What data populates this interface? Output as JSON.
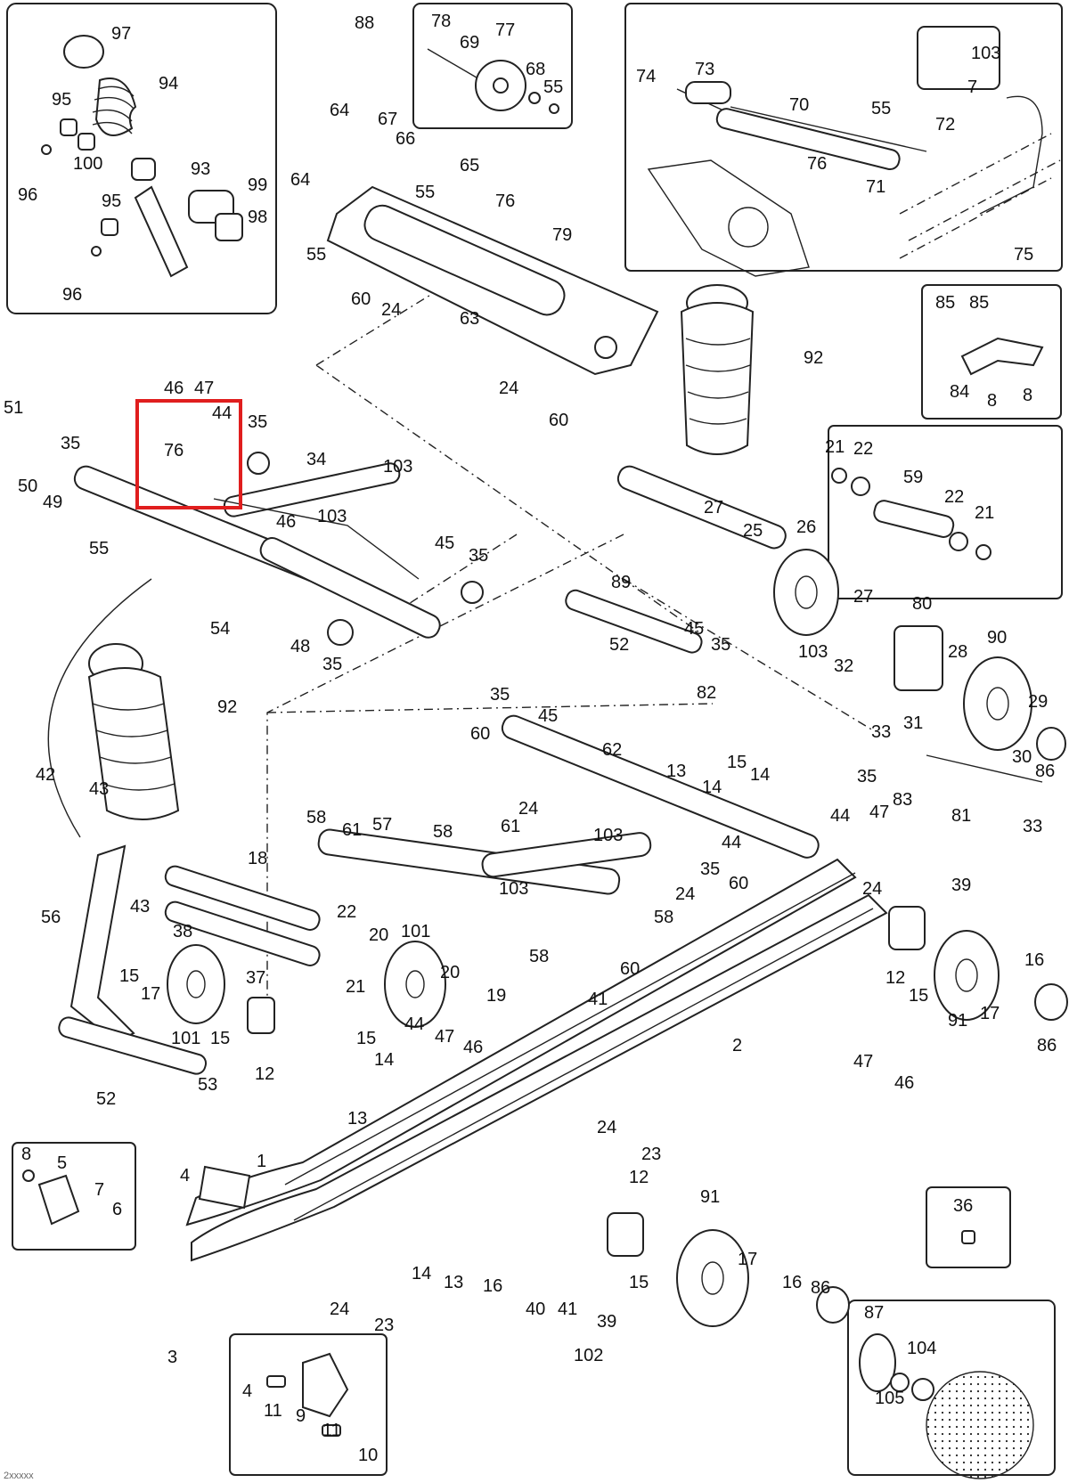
{
  "colors": {
    "highlight": "#e01e1e",
    "line": "#222222",
    "background": "#ffffff"
  },
  "footer_code": "2xxxxx",
  "highlight": {
    "label": "selected callouts 46 47 44 76"
  },
  "callouts": [
    {
      "id": "c97",
      "text": "97"
    },
    {
      "id": "c94",
      "text": "94"
    },
    {
      "id": "c95a",
      "text": "95"
    },
    {
      "id": "c100",
      "text": "100"
    },
    {
      "id": "c96a",
      "text": "96"
    },
    {
      "id": "c93",
      "text": "93"
    },
    {
      "id": "c99",
      "text": "99"
    },
    {
      "id": "c95b",
      "text": "95"
    },
    {
      "id": "c98",
      "text": "98"
    },
    {
      "id": "c96b",
      "text": "96"
    },
    {
      "id": "c88",
      "text": "88"
    },
    {
      "id": "c78",
      "text": "78"
    },
    {
      "id": "c69",
      "text": "69"
    },
    {
      "id": "c77",
      "text": "77"
    },
    {
      "id": "c68",
      "text": "68"
    },
    {
      "id": "c55a",
      "text": "55"
    },
    {
      "id": "c64a",
      "text": "64"
    },
    {
      "id": "c67",
      "text": "67"
    },
    {
      "id": "c66",
      "text": "66"
    },
    {
      "id": "c65",
      "text": "65"
    },
    {
      "id": "c64b",
      "text": "64"
    },
    {
      "id": "c55b",
      "text": "55"
    },
    {
      "id": "c76a",
      "text": "76"
    },
    {
      "id": "c79",
      "text": "79"
    },
    {
      "id": "c55c",
      "text": "55"
    },
    {
      "id": "c60a",
      "text": "60"
    },
    {
      "id": "c24a",
      "text": "24"
    },
    {
      "id": "c63",
      "text": "63"
    },
    {
      "id": "c24b",
      "text": "24"
    },
    {
      "id": "c60b",
      "text": "60"
    },
    {
      "id": "c74",
      "text": "74"
    },
    {
      "id": "c73",
      "text": "73"
    },
    {
      "id": "c70",
      "text": "70"
    },
    {
      "id": "c103a",
      "text": "103"
    },
    {
      "id": "c7a",
      "text": "7"
    },
    {
      "id": "c55d",
      "text": "55"
    },
    {
      "id": "c72",
      "text": "72"
    },
    {
      "id": "c76b",
      "text": "76"
    },
    {
      "id": "c71",
      "text": "71"
    },
    {
      "id": "c75",
      "text": "75"
    },
    {
      "id": "c85a",
      "text": "85"
    },
    {
      "id": "c85b",
      "text": "85"
    },
    {
      "id": "c84",
      "text": "84"
    },
    {
      "id": "c8a",
      "text": "8"
    },
    {
      "id": "c8b",
      "text": "8"
    },
    {
      "id": "c92a",
      "text": "92"
    },
    {
      "id": "c51",
      "text": "51"
    },
    {
      "id": "c46a",
      "text": "46"
    },
    {
      "id": "c47a",
      "text": "47"
    },
    {
      "id": "c44a",
      "text": "44"
    },
    {
      "id": "c35a",
      "text": "35"
    },
    {
      "id": "c35b",
      "text": "35"
    },
    {
      "id": "c76c",
      "text": "76"
    },
    {
      "id": "c50",
      "text": "50"
    },
    {
      "id": "c49",
      "text": "49"
    },
    {
      "id": "c34",
      "text": "34"
    },
    {
      "id": "c103b",
      "text": "103"
    },
    {
      "id": "c46b",
      "text": "46"
    },
    {
      "id": "c103c",
      "text": "103"
    },
    {
      "id": "c55e",
      "text": "55"
    },
    {
      "id": "c45a",
      "text": "45"
    },
    {
      "id": "c35c",
      "text": "35"
    },
    {
      "id": "c54",
      "text": "54"
    },
    {
      "id": "c48",
      "text": "48"
    },
    {
      "id": "c35d",
      "text": "35"
    },
    {
      "id": "c21a",
      "text": "21"
    },
    {
      "id": "c22a",
      "text": "22"
    },
    {
      "id": "c59",
      "text": "59"
    },
    {
      "id": "c22b",
      "text": "22"
    },
    {
      "id": "c21b",
      "text": "21"
    },
    {
      "id": "c27a",
      "text": "27"
    },
    {
      "id": "c25",
      "text": "25"
    },
    {
      "id": "c26",
      "text": "26"
    },
    {
      "id": "c27b",
      "text": "27"
    },
    {
      "id": "c89",
      "text": "89"
    },
    {
      "id": "c80",
      "text": "80"
    },
    {
      "id": "c45b",
      "text": "45"
    },
    {
      "id": "c35e",
      "text": "35"
    },
    {
      "id": "c52a",
      "text": "52"
    },
    {
      "id": "c103d",
      "text": "103"
    },
    {
      "id": "c90",
      "text": "90"
    },
    {
      "id": "c28",
      "text": "28"
    },
    {
      "id": "c32",
      "text": "32"
    },
    {
      "id": "c82",
      "text": "82"
    },
    {
      "id": "c29",
      "text": "29"
    },
    {
      "id": "c31",
      "text": "31"
    },
    {
      "id": "c33a",
      "text": "33"
    },
    {
      "id": "c30",
      "text": "30"
    },
    {
      "id": "c92b",
      "text": "92"
    },
    {
      "id": "c42",
      "text": "42"
    },
    {
      "id": "c43a",
      "text": "43"
    },
    {
      "id": "c35f",
      "text": "35"
    },
    {
      "id": "c45c",
      "text": "45"
    },
    {
      "id": "c60c",
      "text": "60"
    },
    {
      "id": "c62",
      "text": "62"
    },
    {
      "id": "c13a",
      "text": "13"
    },
    {
      "id": "c14a",
      "text": "14"
    },
    {
      "id": "c15a",
      "text": "15"
    },
    {
      "id": "c14b",
      "text": "14"
    },
    {
      "id": "c35g",
      "text": "35"
    },
    {
      "id": "c83",
      "text": "83"
    },
    {
      "id": "c86a",
      "text": "86"
    },
    {
      "id": "c81",
      "text": "81"
    },
    {
      "id": "c33b",
      "text": "33"
    },
    {
      "id": "c24c",
      "text": "24"
    },
    {
      "id": "c58a",
      "text": "58"
    },
    {
      "id": "c61a",
      "text": "61"
    },
    {
      "id": "c57",
      "text": "57"
    },
    {
      "id": "c58b",
      "text": "58"
    },
    {
      "id": "c61b",
      "text": "61"
    },
    {
      "id": "c103e",
      "text": "103"
    },
    {
      "id": "c103f",
      "text": "103"
    },
    {
      "id": "c44b",
      "text": "44"
    },
    {
      "id": "c47b",
      "text": "47"
    },
    {
      "id": "c44c",
      "text": "44"
    },
    {
      "id": "c35h",
      "text": "35"
    },
    {
      "id": "c24d",
      "text": "24"
    },
    {
      "id": "c60d",
      "text": "60"
    },
    {
      "id": "c24e",
      "text": "24"
    },
    {
      "id": "c39a",
      "text": "39"
    },
    {
      "id": "c56",
      "text": "56"
    },
    {
      "id": "c43b",
      "text": "43"
    },
    {
      "id": "c18",
      "text": "18"
    },
    {
      "id": "c38",
      "text": "38"
    },
    {
      "id": "c22c",
      "text": "22"
    },
    {
      "id": "c20a",
      "text": "20"
    },
    {
      "id": "c101a",
      "text": "101"
    },
    {
      "id": "c58c",
      "text": "58"
    },
    {
      "id": "c58d",
      "text": "58"
    },
    {
      "id": "c37",
      "text": "37"
    },
    {
      "id": "c15b",
      "text": "15"
    },
    {
      "id": "c17a",
      "text": "17"
    },
    {
      "id": "c21c",
      "text": "21"
    },
    {
      "id": "c20b",
      "text": "20"
    },
    {
      "id": "c60e",
      "text": "60"
    },
    {
      "id": "c41a",
      "text": "41"
    },
    {
      "id": "c12a",
      "text": "12"
    },
    {
      "id": "c15c",
      "text": "15"
    },
    {
      "id": "c16a",
      "text": "16"
    },
    {
      "id": "c91a",
      "text": "91"
    },
    {
      "id": "c17b",
      "text": "17"
    },
    {
      "id": "c86b",
      "text": "86"
    },
    {
      "id": "c101b",
      "text": "101"
    },
    {
      "id": "c15d",
      "text": "15"
    },
    {
      "id": "c12b",
      "text": "12"
    },
    {
      "id": "c19",
      "text": "19"
    },
    {
      "id": "c44d",
      "text": "44"
    },
    {
      "id": "c47c",
      "text": "47"
    },
    {
      "id": "c46c",
      "text": "46"
    },
    {
      "id": "c15e",
      "text": "15"
    },
    {
      "id": "c14c",
      "text": "14"
    },
    {
      "id": "c13b",
      "text": "13"
    },
    {
      "id": "c2",
      "text": "2"
    },
    {
      "id": "c47d",
      "text": "47"
    },
    {
      "id": "c46d",
      "text": "46"
    },
    {
      "id": "c52b",
      "text": "52"
    },
    {
      "id": "c53",
      "text": "53"
    },
    {
      "id": "c24f",
      "text": "24"
    },
    {
      "id": "c23a",
      "text": "23"
    },
    {
      "id": "c8c",
      "text": "8"
    },
    {
      "id": "c5",
      "text": "5"
    },
    {
      "id": "c7b",
      "text": "7"
    },
    {
      "id": "c6",
      "text": "6"
    },
    {
      "id": "c4a",
      "text": "4"
    },
    {
      "id": "c1",
      "text": "1"
    },
    {
      "id": "c12c",
      "text": "12"
    },
    {
      "id": "c91b",
      "text": "91"
    },
    {
      "id": "c36",
      "text": "36"
    },
    {
      "id": "c14d",
      "text": "14"
    },
    {
      "id": "c13c",
      "text": "13"
    },
    {
      "id": "c16b",
      "text": "16"
    },
    {
      "id": "c40",
      "text": "40"
    },
    {
      "id": "c41b",
      "text": "41"
    },
    {
      "id": "c39b",
      "text": "39"
    },
    {
      "id": "c15f",
      "text": "15"
    },
    {
      "id": "c17c",
      "text": "17"
    },
    {
      "id": "c16c",
      "text": "16"
    },
    {
      "id": "c86c",
      "text": "86"
    },
    {
      "id": "c24g",
      "text": "24"
    },
    {
      "id": "c23b",
      "text": "23"
    },
    {
      "id": "c102",
      "text": "102"
    },
    {
      "id": "c3",
      "text": "3"
    },
    {
      "id": "c87",
      "text": "87"
    },
    {
      "id": "c104",
      "text": "104"
    },
    {
      "id": "c105",
      "text": "105"
    },
    {
      "id": "c4b",
      "text": "4"
    },
    {
      "id": "c11a",
      "text": "11"
    },
    {
      "id": "c9",
      "text": "9"
    },
    {
      "id": "c11b",
      "text": "11"
    },
    {
      "id": "c10",
      "text": "10"
    }
  ]
}
